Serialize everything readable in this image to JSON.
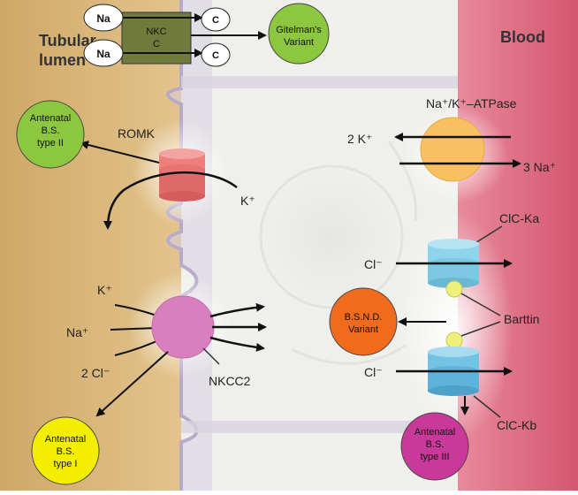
{
  "regions": {
    "lumen_label": [
      "Tubular",
      "lumen"
    ],
    "blood_label": "Blood"
  },
  "top_legend": {
    "na_top": "Na",
    "na_bottom": "Na",
    "nkcc_label": [
      "NKC",
      "C"
    ],
    "c_top": "C",
    "c_bottom": "C"
  },
  "channels": {
    "romk": "ROMK",
    "nkcc2": "NKCC2",
    "na_k_atpase": "Na⁺/K⁺–ATPase",
    "clc_ka": "ClC-Ka",
    "clc_kb": "ClC-Kb",
    "barttin": "Barttin"
  },
  "ions": {
    "k_romk": "K⁺",
    "k_nkcc": "K⁺",
    "na_nkcc": "Na⁺",
    "cl_nkcc": "2 Cl⁻",
    "k_atpase": "2 K⁺",
    "na_atpase": "3 Na⁺",
    "cl_ka": "Cl⁻",
    "cl_kb": "Cl⁻"
  },
  "variants": {
    "gitelman": [
      "Gitelman's",
      "Variant"
    ],
    "bs_type2": [
      "Antenatal",
      "B.S.",
      "type II"
    ],
    "bs_type1": [
      "Antenatal",
      "B.S.",
      "type I"
    ],
    "bsnd": [
      "B.S.N.D.",
      "Variant"
    ],
    "bs_type3": [
      "Antenatal",
      "B.S.",
      "type III"
    ]
  },
  "colors": {
    "lumen": "#d9b57a",
    "blood": "#d9607a",
    "cell": "#efefeb",
    "romk": "#ee7f7c",
    "nkcc2": "#d97fbf",
    "atpase": "#f8c060",
    "clc": "#8fd4ea",
    "barttin": "#eef07a",
    "gitelman": "#8dc63f",
    "type2": "#8dc63f",
    "type1": "#f3ee00",
    "bsnd": "#f26a1b",
    "type3": "#c9399a",
    "nkcc_box": "#707a3a"
  }
}
